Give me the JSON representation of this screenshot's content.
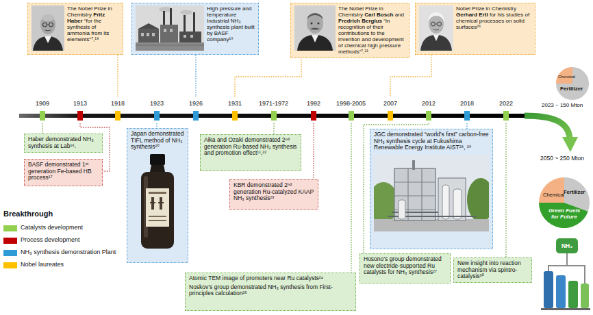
{
  "diagram": {
    "nodes": [
      {
        "text": [
          "The Nobel Prize in Chemistry",
          "Fritz Haber",
          "“for the synthesis of ammonia from its elements”⁷,¹⁸"
        ]
      },
      {
        "text": [
          "High pressure and temperature Industrial NH₃ synthesis plant built by BASF company¹⁹"
        ]
      },
      {
        "text": [
          "The Nobel Prize in Chemistry",
          "Carl Bosch",
          "and",
          "Fredrich Bergius",
          "“in recognition of their contributions to the invention and development of chemical high pressure methods”⁷,²¹"
        ]
      },
      {
        "text": [
          "Nobel Prize in Chemistry",
          "Gerhard Ertl",
          "for his studies of chemical processes on solid surfaces²⁶"
        ]
      },
      {
        "text": [
          "Haber demonstrated NH₃ synthesis at Lab¹⁶."
        ]
      },
      {
        "text": [
          "BASF demonstrated 1ˢᵗ generation Fe-based HB process¹⁷"
        ]
      },
      {
        "text": [
          "Japan demonstrated TIFL method of NH₃ synthesis²⁰"
        ]
      },
      {
        "text": [
          "Aika and Ozaki demonstrated 2ⁿᵈ generation Ru-based NH₃ synthesis and promotion effect¹¹,²²"
        ]
      },
      {
        "text": [
          "KBR demonstrated 2ⁿᵈ generation Ru-catalyzed KAAP NH₃ synthesis²³"
        ]
      },
      {
        "text": [
          "Atomic TEM image of promoters near Ru catalysts²⁴",
          "Noskov’s group demonstrated NH₃ synthesis from First-principles calculation²⁵"
        ]
      },
      {
        "text": [
          "Hosono’s group demonstrated new electride-supported Ru catalysts for NH₃ synthesis²⁷"
        ]
      },
      {
        "text": [
          "JGC demonstrated “world’s first” carbon-free NH₃ synthesis cycle at Fukushima Renewable Energy Institute AIST²⁸, ²⁹"
        ]
      },
      {
        "text": [
          "New insight into reaction mechanism via spintro-catalysis³⁰"
        ]
      },
      {
        "text": [
          "Chemical",
          "Fertilizer"
        ]
      },
      {
        "text": [
          "Fertilizer",
          "Chemical",
          "Green Fuels for Future"
        ]
      },
      {
        "text": [
          "NH₃"
        ]
      }
    ],
    "labels": [
      "1909",
      "1913",
      "1918",
      "1923",
      "1926",
      "1931",
      "1971-1972",
      "1992",
      "1998-2005",
      "2007",
      "2012",
      "2018",
      "2022",
      "2023 ~ 150 Mton",
      "2050 ~ 250 Mton",
      "Breakthrough"
    ],
    "legend": [
      {
        "text": "Catalysts development",
        "color": "#92d050"
      },
      {
        "text": "Process development",
        "color": "#c00000"
      },
      {
        "text": "NH₃ synthesis demonstration Plant",
        "color": "#2e9bd6"
      },
      {
        "text": "Nobel laureates",
        "color": "#ffc000"
      }
    ]
  }
}
